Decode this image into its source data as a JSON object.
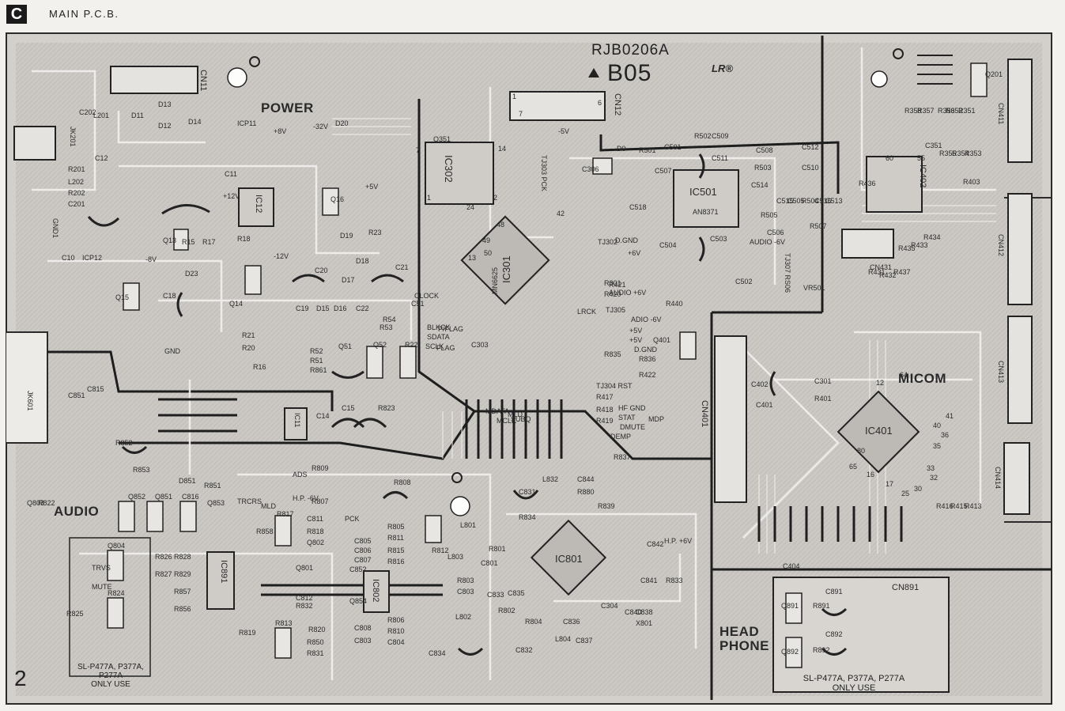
{
  "header": {
    "section_letter": "C",
    "title": "MAIN P.C.B."
  },
  "board": {
    "id": "RJB0206A",
    "revision": "B05",
    "logo_text": "LR®"
  },
  "page_number": "2",
  "sections": {
    "power": "POWER",
    "audio": "AUDIO",
    "micom": "MICOM",
    "headphone_1": "HEAD",
    "headphone_2": "PHONE"
  },
  "notes": {
    "audio_only_use_1": "SL-P477A, P377A,",
    "audio_only_use_2": "P277A",
    "audio_only_use_3": "ONLY USE",
    "hp_only_use_1": "SL-P477A, P377A, P277A",
    "hp_only_use_2": "ONLY USE"
  },
  "ics": [
    {
      "ref": "IC301",
      "part": "MN6625"
    },
    {
      "ref": "IC401",
      "part": ""
    },
    {
      "ref": "IC501",
      "part": "AN8371"
    },
    {
      "ref": "IC801",
      "part": ""
    },
    {
      "ref": "IC302",
      "part": ""
    },
    {
      "ref": "IC802",
      "part": ""
    },
    {
      "ref": "IC891",
      "part": ""
    },
    {
      "ref": "IC12",
      "part": ""
    },
    {
      "ref": "IC11",
      "part": ""
    },
    {
      "ref": "IC402",
      "part": ""
    }
  ],
  "connectors": [
    "CN11",
    "CN12",
    "CN401",
    "CN891",
    "CN411",
    "CN412",
    "CN413",
    "CN414",
    "CN431",
    "JK201",
    "JK601",
    "GND1"
  ],
  "components": [
    "C202",
    "L201",
    "R201",
    "L202",
    "R202",
    "C201",
    "C12",
    "D11",
    "D13",
    "D12",
    "D14",
    "ICP11",
    "D20",
    "C11",
    "Q16",
    "D19",
    "R23",
    "Q13",
    "R15",
    "R17",
    "R18",
    "C10",
    "ICP12",
    "D23",
    "Q15",
    "C18",
    "Q14",
    "D18",
    "D17",
    "C20",
    "C19",
    "D15",
    "D16",
    "C22",
    "C21",
    "R54",
    "R53",
    "R52",
    "R51",
    "R861",
    "C51",
    "Q51",
    "Q52",
    "R22",
    "R21",
    "R20",
    "R16",
    "C14",
    "C15",
    "R823",
    "C815",
    "C851",
    "R852",
    "R853",
    "D851",
    "R851",
    "Q853",
    "Q852",
    "Q851",
    "C816",
    "R822",
    "Q803",
    "Q804",
    "R824",
    "R825",
    "R826",
    "R827",
    "R828",
    "R829",
    "R857",
    "R856",
    "R858",
    "Q801",
    "R819",
    "R817",
    "C811",
    "R818",
    "Q802",
    "C812",
    "R813",
    "R820",
    "R850",
    "R831",
    "R832",
    "R809",
    "R807",
    "C805",
    "R805",
    "C806",
    "R811",
    "C807",
    "R815",
    "R816",
    "C852",
    "Q854",
    "R808",
    "R812",
    "C808",
    "R806",
    "R810",
    "C804",
    "C803",
    "L801",
    "R801",
    "L803",
    "C801",
    "R803",
    "C803",
    "C833",
    "L802",
    "R802",
    "C835",
    "R804",
    "C834",
    "C836",
    "C837",
    "L804",
    "C832",
    "C831",
    "R834",
    "L832",
    "C844",
    "R880",
    "R839",
    "C842",
    "C841",
    "R833",
    "C840",
    "C838",
    "X801",
    "C304",
    "Q351",
    "C306",
    "R301",
    "R420",
    "R421",
    "R440",
    "Q401",
    "R835",
    "R836",
    "R422",
    "R417",
    "R418",
    "R419",
    "R837",
    "C303",
    "C501",
    "R502",
    "C509",
    "C508",
    "C511",
    "C512",
    "R503",
    "C510",
    "C514",
    "C505",
    "C516",
    "C515",
    "R504",
    "C513",
    "C503",
    "C506",
    "R507",
    "C504",
    "C502",
    "C507",
    "R505",
    "C518",
    "R501",
    "VR501",
    "R351",
    "R352",
    "R353",
    "R354",
    "R355",
    "R356",
    "R357",
    "R358",
    "C351",
    "R403",
    "R436",
    "Q201",
    "R434",
    "R433",
    "R432",
    "R431",
    "R435",
    "R437",
    "C402",
    "C301",
    "C401",
    "R401",
    "R416",
    "R415",
    "R413",
    "C404",
    "Q891",
    "R891",
    "C891",
    "Q892",
    "R892",
    "C892",
    "D0"
  ],
  "test_points": [
    "TJ303 PCK",
    "TJ302",
    "TJ305",
    "TJ304 RST",
    "TJ307 RS06"
  ],
  "nets": [
    "+8V",
    "-32V",
    "+5V",
    "+12V",
    "-12V",
    "-8V",
    "-5V",
    "GND",
    "D.GND",
    "+6V",
    "AUDIO -6V",
    "AUDIO +6V",
    "ADIO -6V",
    "+5V",
    "+5V",
    "D.GND",
    "HF GND",
    "STAT",
    "DMUTE",
    "MDATA",
    "MCLK",
    "MLD",
    "SUBQ",
    "CLOCK",
    "BLKCK",
    "SDATA",
    "SCLK",
    "LRCK",
    "DEMP",
    "MDP",
    "MUTE",
    "TRVS",
    "TRCRS",
    "PCK",
    "MLD",
    "ADS",
    "H.P. -6V",
    "H.P. +6V"
  ],
  "callouts": [
    "P/FLAG",
    "FLAG",
    "1",
    "2",
    "7",
    "14",
    "24",
    "13",
    "12",
    "64",
    "80",
    "65",
    "16",
    "17",
    "25",
    "30",
    "32",
    "33",
    "35",
    "36",
    "40",
    "41",
    "42",
    "48",
    "49",
    "50",
    "55",
    "60",
    "1",
    "6",
    "7"
  ]
}
